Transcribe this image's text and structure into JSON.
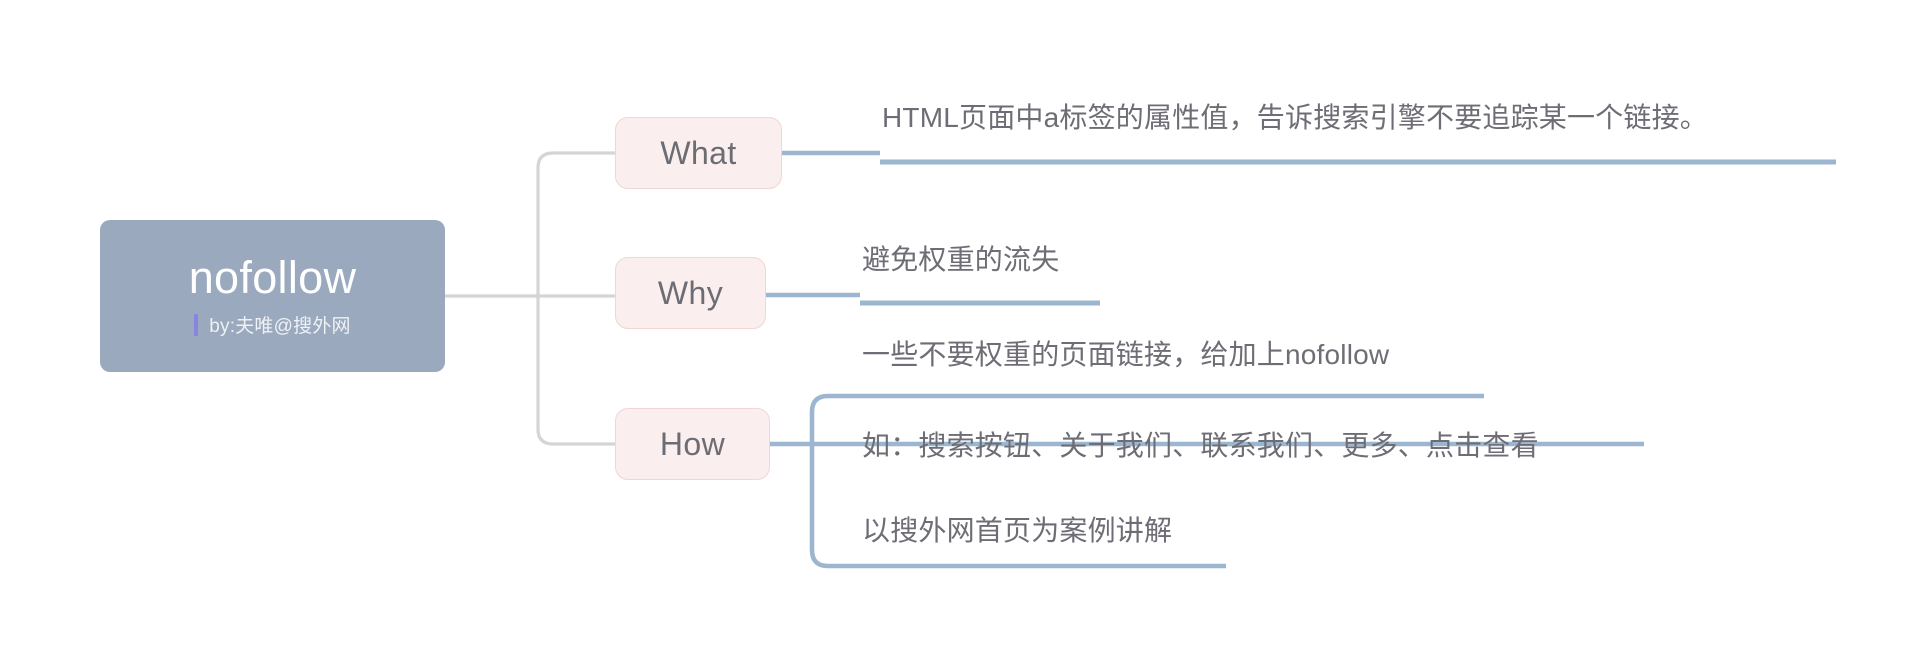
{
  "diagram": {
    "type": "mindmap",
    "title": "nofollow",
    "root": {
      "label": "nofollow",
      "subtitle": "by:夫唯@搜外网",
      "accent_bar_color": "#8a83e0",
      "fill_color": "#9aa9bd",
      "text_color": "#ffffff"
    },
    "branches": [
      {
        "id": "what",
        "label": "What",
        "fill_color": "#fbeeee",
        "border_color": "#f0d6d4",
        "text_color": "#6c6c74",
        "leaves": [
          {
            "id": "what-1",
            "text": "HTML页面中a标签的属性值，告诉搜索引擎不要追踪某一个链接。"
          }
        ]
      },
      {
        "id": "why",
        "label": "Why",
        "fill_color": "#fbeeee",
        "border_color": "#f0d6d4",
        "text_color": "#6c6c74",
        "leaves": [
          {
            "id": "why-1",
            "text": "避免权重的流失"
          }
        ]
      },
      {
        "id": "how",
        "label": "How",
        "fill_color": "#fbeeee",
        "border_color": "#f0d6d4",
        "text_color": "#6c6c74",
        "leaves": [
          {
            "id": "how-1",
            "text": "一些不要权重的页面链接，给加上nofollow"
          },
          {
            "id": "how-2",
            "text": "如：搜索按钮、关于我们、联系我们、更多、点击查看"
          },
          {
            "id": "how-3",
            "text": "以搜外网首页为案例讲解"
          }
        ]
      }
    ],
    "colors": {
      "root_connector": "#d5d5d5",
      "leaf_connector": "#9db6cf",
      "background": "#ffffff"
    }
  }
}
